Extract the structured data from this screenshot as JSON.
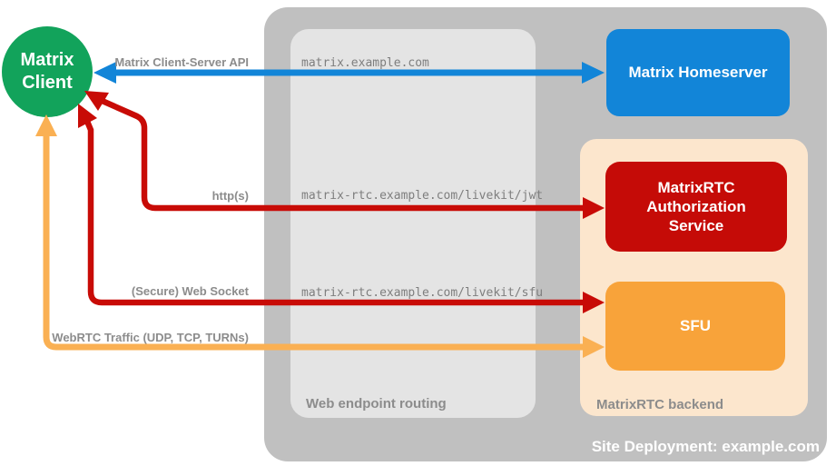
{
  "colors": {
    "green": "#12a35b",
    "blue": "#1285d8",
    "red_arrow": "#c80b06",
    "red_box": "#c50b07",
    "orange_arrow": "#fab053",
    "orange_box": "#f8a33a",
    "peach": "#fce6cd",
    "gray_outer": "#c0c0c0",
    "gray_inner": "#e4e4e4",
    "label_text": "#8c8c8c",
    "mono_text": "#7e7e7e"
  },
  "client": {
    "line1": "Matrix",
    "line2": "Client"
  },
  "homeserver": {
    "label": "Matrix Homeserver"
  },
  "backend": {
    "title": "MatrixRTC backend",
    "auth_service_label": "MatrixRTC Authorization Service",
    "sfu_label": "SFU"
  },
  "routing": {
    "title": "Web endpoint routing",
    "entries": [
      "matrix.example.com",
      "matrix-rtc.example.com/livekit/jwt",
      "matrix-rtc.example.com/livekit/sfu"
    ]
  },
  "arrows": [
    {
      "label": "Matrix Client-Server API",
      "color": "#1285d8"
    },
    {
      "label": "http(s)",
      "color": "#c80b06"
    },
    {
      "label": "(Secure) Web Socket",
      "color": "#c80b06"
    },
    {
      "label": "WebRTC Traffic (UDP, TCP, TURNs)",
      "color": "#fab053"
    }
  ],
  "deployment": {
    "label": "Site Deployment: example.com"
  }
}
